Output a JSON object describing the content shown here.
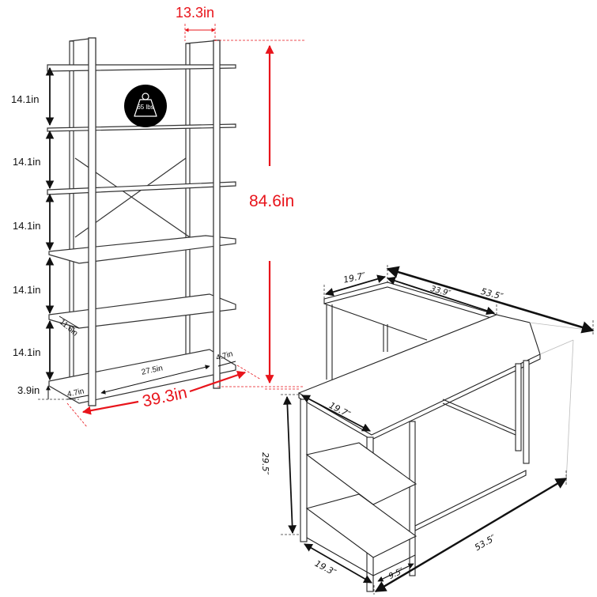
{
  "bookshelf": {
    "shelf_spacing": [
      "14.1in",
      "14.1in",
      "14.1in",
      "14.1in",
      "14.1in"
    ],
    "bottom_clearance": "3.9in",
    "depth": "13.3in",
    "height": "84.6in",
    "width": "39.3in",
    "inner_shelf_width": "27.5in",
    "shelf_depth": "11.6in",
    "left_overhang": "4.7in",
    "right_overhang": "4.7in",
    "weight_capacity": "65 lbs"
  },
  "desk": {
    "return_depth": "19.7″",
    "return_length": "33.9″",
    "total_length_top": "53.5″",
    "main_depth": "19.7″",
    "height": "29.5″",
    "side_depth": "19.3″",
    "shelf_width": "9.5″",
    "total_length_bottom": "53.5″"
  },
  "colors": {
    "dimension_red": "#e8141b",
    "line_black": "#111111",
    "badge_black": "#000000"
  }
}
